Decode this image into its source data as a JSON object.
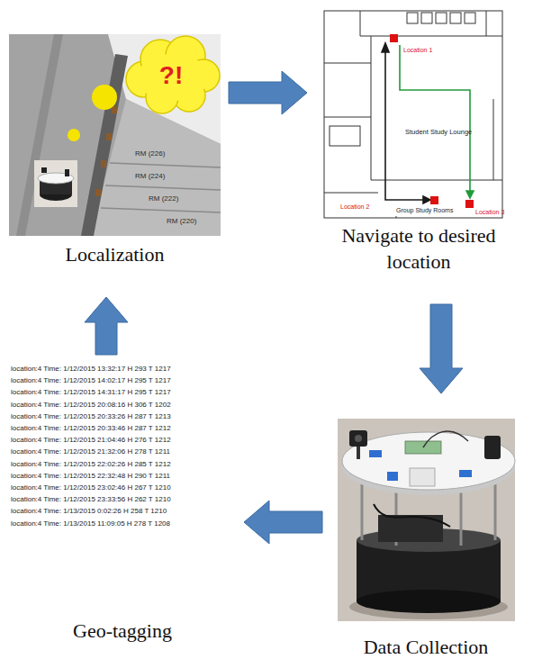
{
  "diagram": {
    "nodes": [
      {
        "text": [
          "Localization"
        ]
      },
      {
        "text": [
          "Navigate to desired location"
        ]
      },
      {
        "text": [
          "Data Collection"
        ]
      },
      {
        "text": [
          "Geo-tagging"
        ]
      }
    ],
    "edges": [
      {
        "from": 0,
        "to": 1,
        "arrow": "to"
      },
      {
        "from": 1,
        "to": 2,
        "arrow": "to"
      },
      {
        "from": 2,
        "to": 3,
        "arrow": "to"
      },
      {
        "from": 3,
        "to": 0,
        "arrow": "to"
      }
    ],
    "labels": [
      "?!",
      "RM (226)",
      "RM (224)",
      "RM (222)",
      "RM (220)",
      "Location 1",
      "Student Study Lounge",
      "Group Study Rooms",
      "Location 2",
      "Location 3",
      "location:4 Time: 1/12/2015 13:32:17 H 293 T 1217",
      "location:4 Time: 1/12/2015 14:02:17 H 295 T 1217",
      "location:4 Time: 1/12/2015 14:31:17 H 295 T 1217",
      "location:4 Time: 1/12/2015 20:08:16 H 306 T 1202",
      "location:4 Time: 1/12/2015 20:33:26 H 287 T 1213",
      "location:4 Time: 1/12/2015 20:33:46 H 287 T 1212",
      "location:4 Time: 1/12/2015 21:04:46 H 276 T 1212",
      "location:4 Time: 1/12/2015 21:32:06 H 278 T 1211",
      "location:4 Time: 1/12/2015 22:02:26 H 285 T 1212",
      "location:4 Time: 1/12/2015 22:32:48 H 290 T 1211",
      "location:4 Time: 1/12/2015 23:02:46 H 267 T 1210",
      "location:4 Time: 1/12/2015 23:33:56 H 262 T 1210",
      "location:4 Time: 1/13/2015 0:02:26 H 258 T 1210",
      "location:4 Time: 1/13/2015 11:09:05 H 278 T 1208"
    ]
  }
}
